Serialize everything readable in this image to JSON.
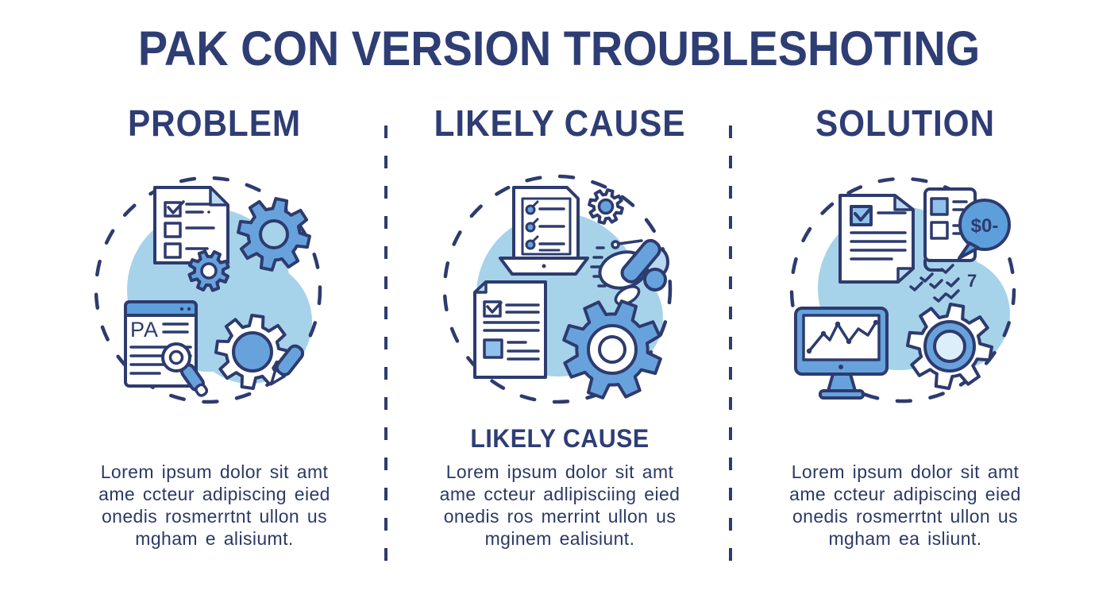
{
  "page": {
    "title": "PAK CON VERSION TROUBLESHOTING"
  },
  "colors": {
    "navy_outline": "#2d3b6e",
    "heading_navy": "#2e3d74",
    "body_text_navy": "#2c3966",
    "medium_blue": "#68a2dc",
    "bubble_blue": "#5d9fdb",
    "light_blue_blob": "#a6d2ea",
    "pale_blue": "#b9d9f2",
    "checkbox_blue": "#8fc1ec",
    "background": "#ffffff"
  },
  "columns": [
    {
      "header": "PROBLEM",
      "body": "Lorem ipsum dolor sit amt\name ccteur adipiscing eied\nonedis rosmerrtnt ullon us\nmgham e alisiumt.",
      "illustration": {
        "label": "PA",
        "icons": [
          "checklist-document-icon",
          "gear-icon",
          "small-gear-icon",
          "browser-window-icon",
          "highlighter-icon",
          "gear-hole-icon",
          "pen-icon",
          "dashed-circle"
        ]
      }
    },
    {
      "header": "LIKELY CAUSE",
      "sub_header": "LIKELY CAUSE",
      "body": "Lorem ipsum dolor sit amt\name ccteur adlipisciing eied\nonedis ros merrint ullon us\nmginem ealisiunt.",
      "illustration": {
        "icons": [
          "laptop-checklist-icon",
          "small-gear-icon",
          "wrench-tool-icon",
          "report-document-icon",
          "gear-icon",
          "dashed-circle"
        ]
      }
    },
    {
      "header": "SOLUTION",
      "body": "Lorem ipsum dolor sit amt\name ccteur adipiscing eied\nonedis rosmerrtnt ullon us\nmgham ea isliunt.",
      "illustration": {
        "bubble_text": "$0-",
        "scatter_text": "7",
        "icons": [
          "checked-document-icon",
          "checkbox-panel-icon",
          "price-speech-bubble-icon",
          "check-scatter",
          "monitor-chart-icon",
          "gear-ring-icon",
          "dashed-circle"
        ]
      }
    }
  ]
}
